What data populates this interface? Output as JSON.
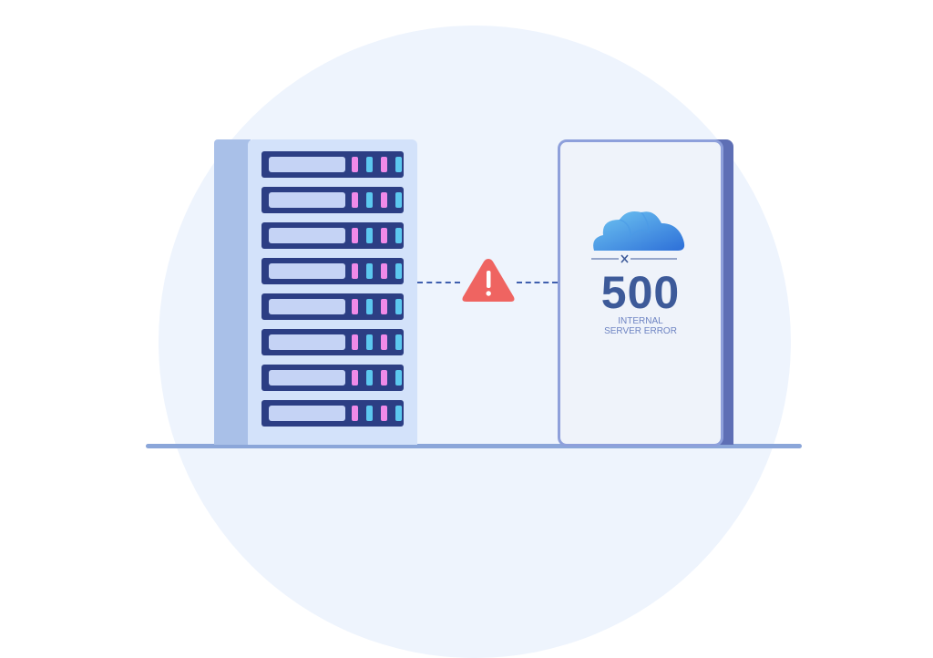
{
  "error": {
    "code": "500",
    "line1": "INTERNAL",
    "line2": "SERVER ERROR"
  },
  "icons": [
    "server-rack-icon",
    "warning-icon",
    "cloud-disconnected-icon"
  ],
  "colors": {
    "background_circle": "#eef4fd",
    "rack": "#2c3e84",
    "led_pink": "#f08ae8",
    "led_cyan": "#5cc8ef",
    "warning": "#ef6461",
    "code_text": "#3d5a99"
  },
  "rack_count": 8
}
